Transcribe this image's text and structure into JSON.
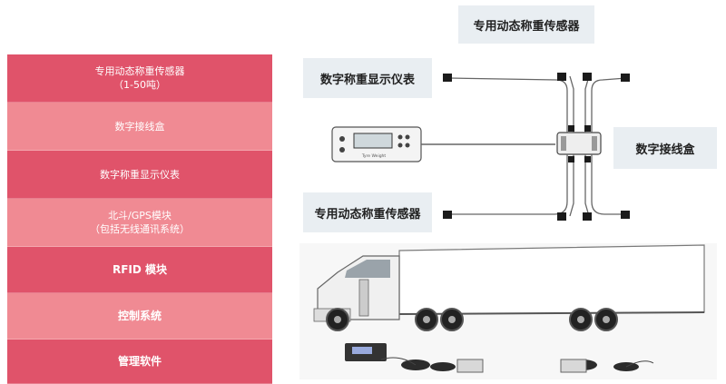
{
  "left_list": {
    "items": [
      {
        "line1": "专用动态称重传感器",
        "line2": "（1-50吨）",
        "color": "#e0536a",
        "bold": false
      },
      {
        "line1": "数字接线盒",
        "line2": "",
        "color": "#f08a93",
        "bold": false
      },
      {
        "line1": "数字称重显示仪表",
        "line2": "",
        "color": "#e0536a",
        "bold": false
      },
      {
        "line1": "北斗/GPS模块",
        "line2": "（包括无线通讯系统）",
        "color": "#f08a93",
        "bold": false
      },
      {
        "line1": "RFID 模块",
        "line2": "",
        "color": "#e0536a",
        "bold": true
      },
      {
        "line1": "控制系统",
        "line2": "",
        "color": "#f08a93",
        "bold": true
      },
      {
        "line1": "管理软件",
        "line2": "",
        "color": "#e0536a",
        "bold": true
      }
    ]
  },
  "diagram": {
    "sensor_label_top": "专用动态称重传感器",
    "display_label": "数字称重显示仪表",
    "junction_label": "数字接线盒",
    "sensor_label_bottom": "专用动态称重传感器",
    "display_unit_text": "Tyre Weight"
  }
}
